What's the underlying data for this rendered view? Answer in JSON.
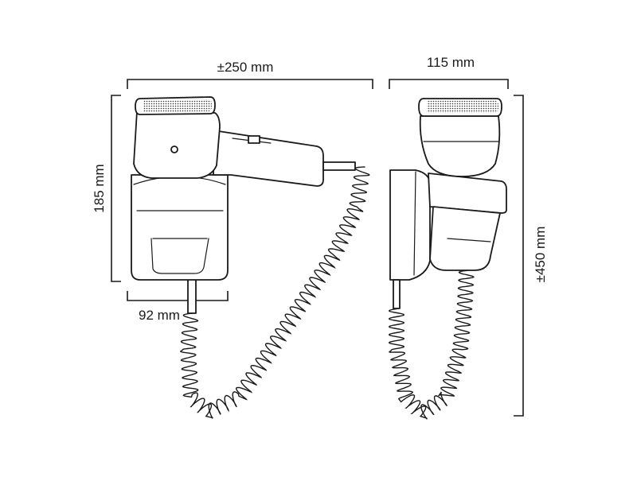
{
  "dimensions": {
    "width_total": "±250 mm",
    "height_unit": "185 mm",
    "depth_base": "92 mm",
    "depth_side": "115 mm",
    "height_total": "±450 mm"
  },
  "colors": {
    "line": "#1a1a1a",
    "background": "#ffffff"
  }
}
